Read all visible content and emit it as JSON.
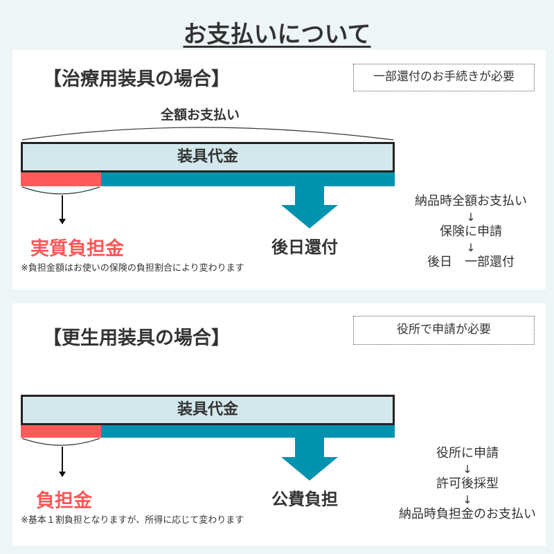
{
  "title": "お支払いについて",
  "section1": {
    "heading": "【治療用装具の場合】",
    "note": "一部還付のお手続きが必要",
    "brace_label": "全額お支払い",
    "bar_label": "装具代金",
    "left_label": "実質負担金",
    "right_label": "後日還付",
    "footnote": "※負担金額はお使いの保険の負担割合により変わります",
    "flow": [
      "納品時全額お支払い",
      "↓",
      "保険に申請",
      "↓",
      "後日　一部還付"
    ]
  },
  "section2": {
    "heading": "【更生用装具の場合】",
    "note": "役所で申請が必要",
    "bar_label": "装具代金",
    "left_label": "負担金",
    "right_label": "公費負担",
    "footnote": "※基本１割負担となりますが、所得に応じて変わります",
    "flow": [
      "役所に申請",
      "↓",
      "許可後採型",
      "↓",
      "納品時負担金のお支払い"
    ]
  },
  "colors": {
    "teal": "#0093b0",
    "red": "#ff5a5a",
    "bar_fill": "#d3e8ec",
    "background": "#eef5f7"
  }
}
